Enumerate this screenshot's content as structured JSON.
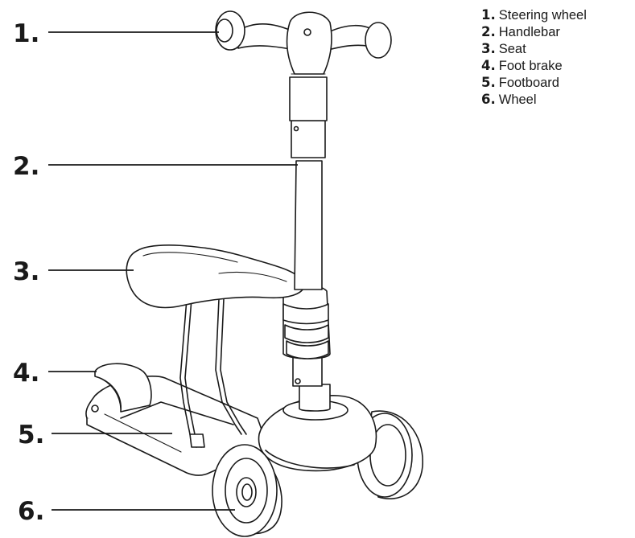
{
  "callouts": [
    {
      "number": "1.",
      "label": "Steering wheel"
    },
    {
      "number": "2.",
      "label": "Handlebar"
    },
    {
      "number": "3.",
      "label": "Seat"
    },
    {
      "number": "4.",
      "label": "Foot brake"
    },
    {
      "number": "5.",
      "label": "Footboard"
    },
    {
      "number": "6.",
      "label": "Wheel"
    }
  ]
}
